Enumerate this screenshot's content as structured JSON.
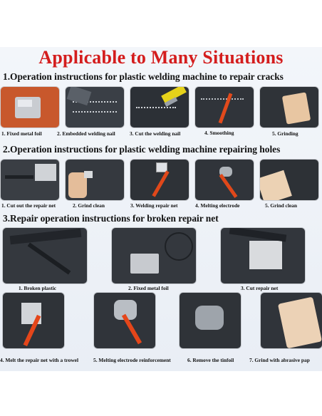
{
  "title": "Applicable to Many Situations",
  "sections": [
    {
      "heading": "1.Operation instructions for plastic welding machine to repair cracks",
      "steps": [
        "1. Fixed metal foil",
        "2. Embedded welding nail",
        "3. Cut the welding nail",
        "4. Smoothing",
        "5. Grinding"
      ]
    },
    {
      "heading": "2.Operation instructions for plastic welding machine repairing holes",
      "steps": [
        "1. Cut out the repair net",
        "2. Grind clean",
        "3. Welding repair net",
        "4. Melting electrode",
        "5. Grind clean"
      ]
    },
    {
      "heading": "3.Repair operation instructions for broken repair net",
      "steps": [
        "1. Broken plastic",
        "2. Fixed metal foil",
        "3. Cut repair net",
        "4. Melt the repair net with a trowel",
        "5. Melting electrode reinforcement",
        "6. Remove the tinfoil",
        "7. Grind with abrasive pap"
      ]
    }
  ],
  "colors": {
    "title": "#d41d1d",
    "background_band": "#eef2f7"
  }
}
